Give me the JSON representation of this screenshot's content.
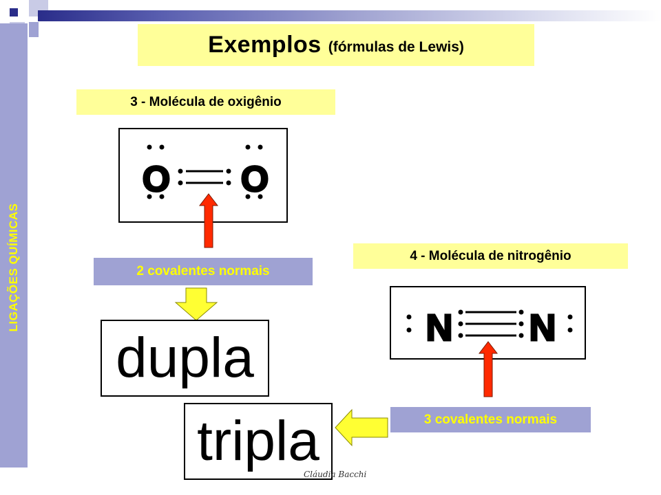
{
  "sidebar": {
    "text": "LIGAÇÕES QUÍMICAS"
  },
  "title": {
    "main": "Exemplos",
    "sub": "(fórmulas de Lewis)"
  },
  "oxygen": {
    "label": "3 - Molécula de oxigênio",
    "note": "2 covalentes normais",
    "atom": "O",
    "word": "dupla"
  },
  "nitrogen": {
    "label": "4 - Molécula de nitrogênio",
    "note": "3 covalentes normais",
    "atom": "N",
    "word": "tripla"
  },
  "credit": "Cláudia Bacchi",
  "colors": {
    "sidebar": "#9fa2d3",
    "accent_text": "#ffff00",
    "label_bg": "#ffff99",
    "red_arrow": "#ff2a00",
    "yellow_arrow": "#ffff33",
    "navy": "#2a2d8a"
  }
}
